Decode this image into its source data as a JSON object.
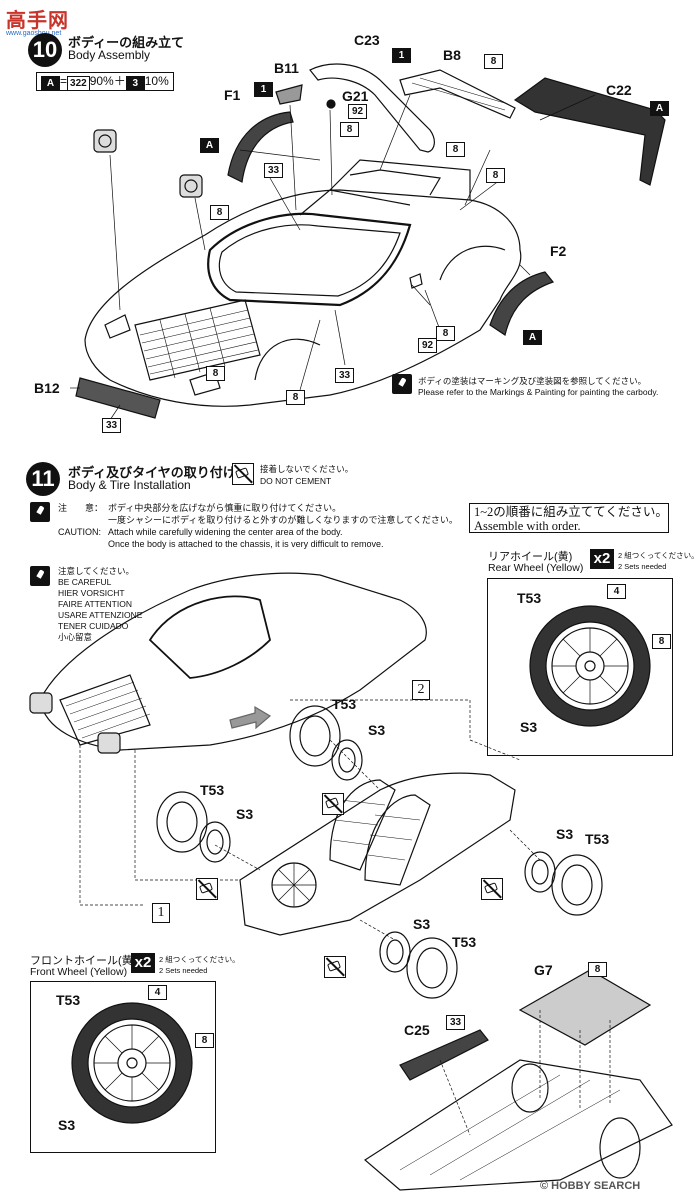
{
  "watermark": {
    "top_left": "高手网",
    "top_left_sub": "www.gaoshou.net",
    "bottom_right": "HOBBY SEARCH",
    "bottom_right_prefix": "©"
  },
  "step10": {
    "number": "10",
    "title_jp": "ボディーの組み立て",
    "title_en": "Body Assembly",
    "color_mix": {
      "part": "A",
      "eq": "=",
      "c1": "322",
      "p1": "90%＋",
      "c2": "3",
      "p2": "10%"
    },
    "labels": [
      "C23",
      "B11",
      "B8",
      "G21",
      "F1",
      "C22",
      "F2",
      "B12"
    ],
    "boxes": [
      "1",
      "1",
      "8",
      "8",
      "8",
      "8",
      "8",
      "8",
      "8",
      "8",
      "33",
      "33",
      "33",
      "92",
      "92",
      "A",
      "A",
      "A",
      "A"
    ],
    "paint_note_jp": "ボディの塗装はマーキング及び塗装図を参照してください。",
    "paint_note_en": "Please refer to the Markings & Painting for painting the carbody."
  },
  "step11": {
    "number": "11",
    "title_jp": "ボディ及びタイヤの取り付け",
    "title_en": "Body & Tire Installation",
    "nocement_jp": "接着しないでください。",
    "nocement_en": "DO NOT CEMENT",
    "caution_jp_label": "注　　意：",
    "caution_jp_1": "ボディ中央部分を広げながら慎重に取り付けてください。",
    "caution_jp_2": "一度シャシーにボディを取り付けると外すのが難しくなりますので注意してください。",
    "caution_en_label": "CAUTION:",
    "caution_en_1": "Attach while carefully widening the center area of the body.",
    "caution_en_2": "Once the body is attached to the chassis, it is very difficult to remove.",
    "careful_lines": [
      "注意してください。",
      "BE CAREFUL",
      "HIER VORSICHT",
      "FAIRE ATTENTION",
      "USARE ATTENZIONE",
      "TENER CUIDADO",
      "小心留意"
    ],
    "order_jp": "1~2の順番に組み立ててください。",
    "order_en": "Assemble with order.",
    "order_1": "1",
    "order_2": "2",
    "rear_wheel": {
      "title_jp": "リアホイール(黄)",
      "title_en": "Rear Wheel (Yellow)",
      "count": "x2",
      "sets_jp": "2 組つくってください。",
      "sets_en": "2 Sets needed",
      "labels": [
        "T53",
        "4",
        "8",
        "S3"
      ]
    },
    "front_wheel": {
      "title_jp": "フロントホイール(黄)",
      "title_en": "Front Wheel (Yellow)",
      "count": "x2",
      "sets_jp": "2 組つくってください。",
      "sets_en": "2 Sets needed",
      "labels": [
        "T53",
        "4",
        "8",
        "S3"
      ]
    },
    "tire_labels": [
      "T53",
      "S3",
      "T53",
      "S3",
      "S3",
      "T53",
      "S3",
      "T53"
    ],
    "chassis_labels": [
      "G7",
      "8",
      "C25",
      "33"
    ]
  }
}
